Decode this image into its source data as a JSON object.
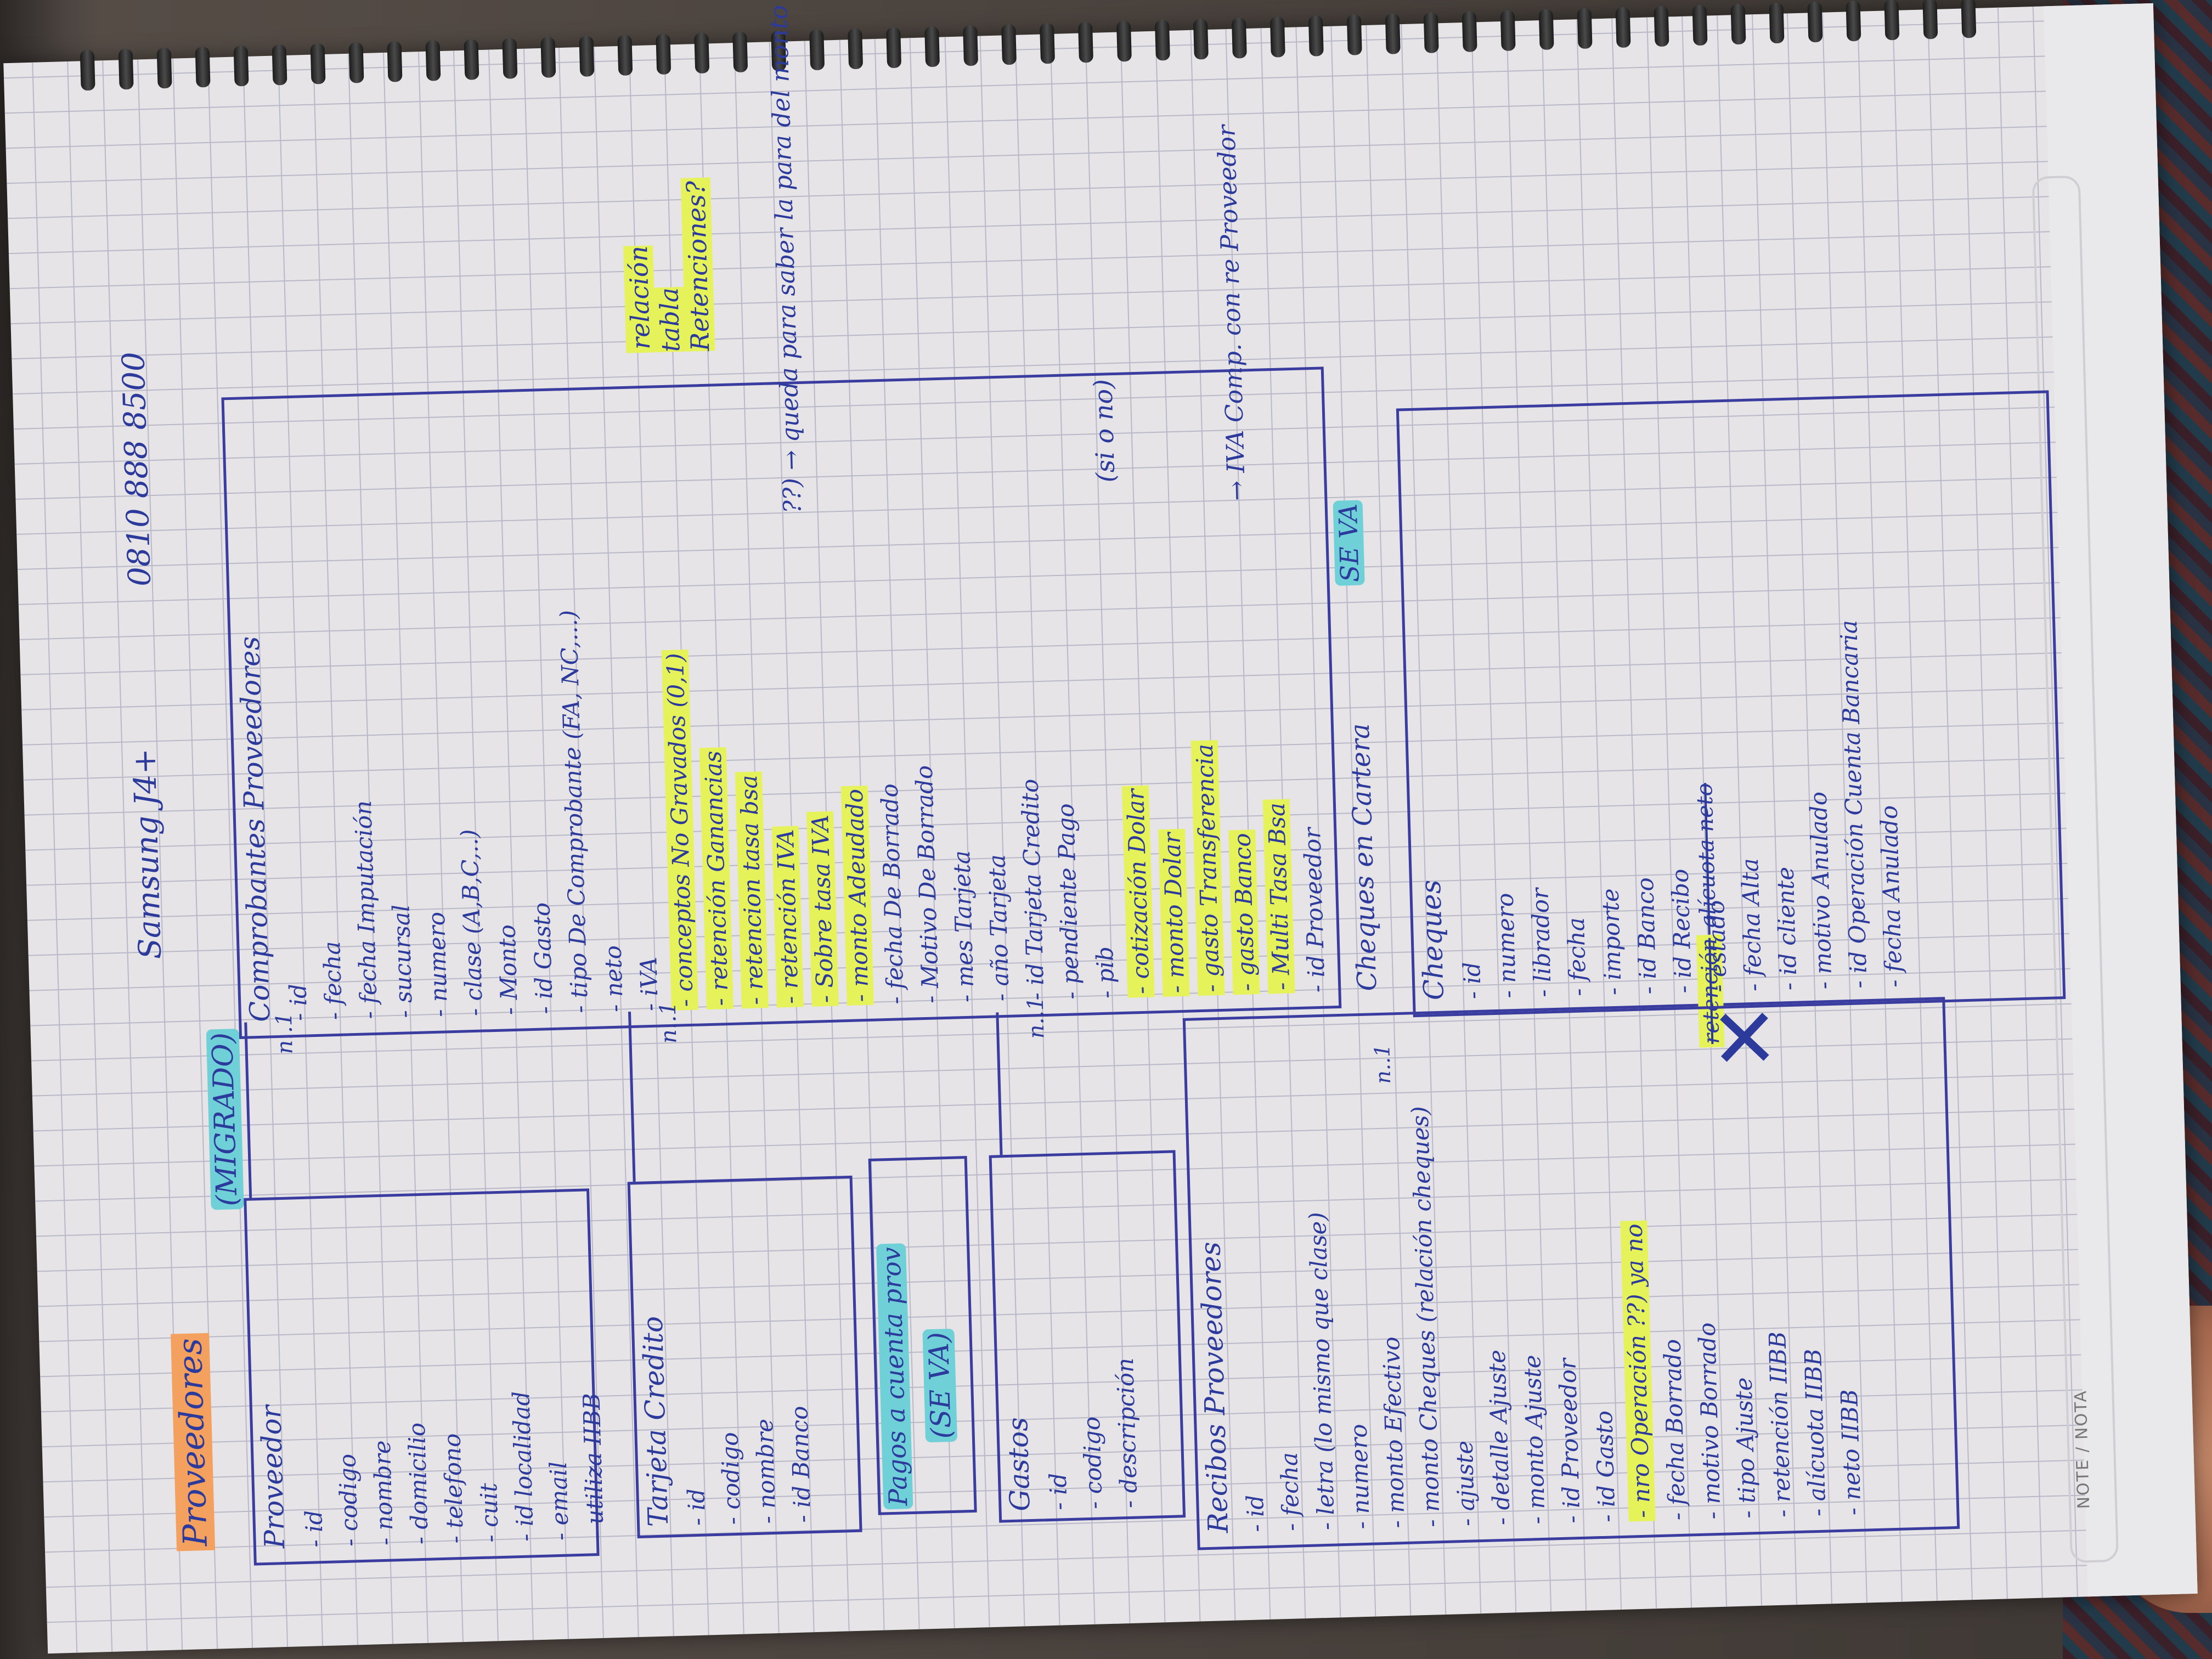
{
  "header": {
    "phone": "Samsung J4+",
    "number": "0810 888 8500"
  },
  "main_title": "Proveedores",
  "migrado_tag": "(MIGRADO)",
  "entities": {
    "proveedor": {
      "title": "Proveedor",
      "fields": [
        "- id",
        "- codigo",
        "- nombre",
        "- domicilio",
        "- telefono",
        "- cuit",
        "- id localidad",
        "- email",
        "- utiliza IIBB"
      ]
    },
    "comprobantes": {
      "title": "Comprobantes Proveedores",
      "cardinality": "n..1",
      "fields": [
        "- id",
        "- fecha",
        "- fecha Imputación",
        "- sucursal",
        "- numero",
        "- clase (A,B,C,..)",
        "- Monto",
        "- id Gasto",
        "- tipo De Comprobante (FA, NC,...)",
        "- neto",
        "- iVA",
        "- conceptos No Gravados (0,1)",
        "- retención Ganancias",
        "- retencion tasa bsa",
        "- retención IVA",
        "- Sobre tasa IVA",
        "- monto Adeudado",
        "- fecha De Borrado",
        "- Motivo De Borrado",
        "- mes Tarjeta",
        "- año Tarjeta",
        "- id Tarjeta Credito",
        "- pendiente Pago",
        "- pib",
        "- cotización Dolar",
        "- monto Dolar",
        "- gasto Transferencia",
        "- gasto Banco",
        "- Multi Tasa Bsa",
        "- id Proveedor"
      ],
      "notes": {
        "relacion": "relación tabla Retenciones?",
        "queda": "??) → queda para saber la para del monto del comprobante",
        "si_no": "(si o no)",
        "iva": "→ IVA Comp. con re Proveedor"
      }
    },
    "tarjeta": {
      "title": "Tarjeta Credito",
      "cardinality": "n..1",
      "fields": [
        "- id",
        "- codigo",
        "- nombre",
        "- id Banco"
      ]
    },
    "pagos_cuenta": {
      "title": "Pagos a cuenta prov",
      "tag": "(SE VA)"
    },
    "gastos": {
      "title": "Gastos",
      "cardinality": "n..1",
      "fields": [
        "- id",
        "- codigo",
        "- descripción"
      ]
    },
    "recibos": {
      "title": "Recibos Proveedores",
      "fields": [
        "- id",
        "- fecha",
        "- letra (lo mismo que clase)",
        "- numero",
        "- monto Efectivo",
        "- monto Cheques (relación cheques)",
        "- ajuste",
        "- detalle Ajuste",
        "- monto Ajuste",
        "- id Proveedor",
        "- id Gasto",
        "- nro Operación ??) ya no",
        "- fecha Borrado",
        "- motivo Borrado",
        "- tipo Ajuste",
        "- retención IIBB",
        "- alícuota IIBB",
        "- neto IIBB"
      ],
      "crossed": [
        "retención",
        "alícuota",
        "neto"
      ]
    },
    "cheques_cartera": {
      "title": "Cheques en Cartera",
      "tag": "SE VA",
      "cardinality": "n..1"
    },
    "cheques": {
      "title": "Cheques",
      "fields": [
        "- id",
        "- numero",
        "- librador",
        "- fecha",
        "- importe",
        "- id Banco",
        "- id Recibo",
        "- estado",
        "- fecha Alta",
        "- id cliente",
        "- motivo Anulado",
        "- id Operación Cuenta Bancaria",
        "- fecha Anulado"
      ]
    }
  },
  "margin_label": "NOTE / NOTA"
}
